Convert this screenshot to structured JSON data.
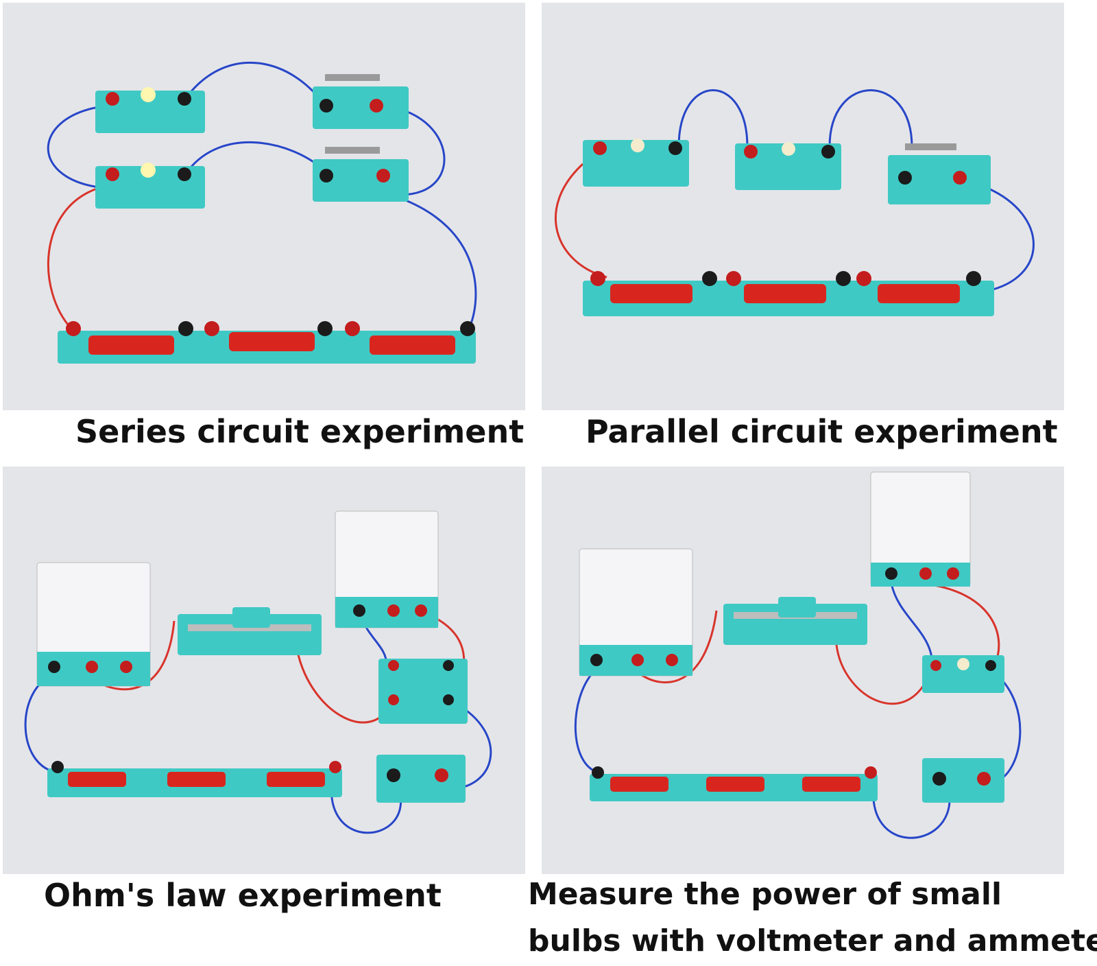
{
  "panels": [
    {
      "caption": "Series circuit experiment"
    },
    {
      "caption": "Parallel circuit experiment"
    },
    {
      "caption": "Ohm's law experiment"
    },
    {
      "caption_line1": "Measure the power of small",
      "caption_line2": "bulbs with voltmeter and ammeter"
    }
  ],
  "colors": {
    "background": "#e4e5e9",
    "board": "#3fc9c4",
    "battery": "#d8261f",
    "wire_red": "#d8342b",
    "wire_blue": "#2746c8",
    "terminal_red": "#c41d1d",
    "terminal_black": "#1b1b1b"
  }
}
